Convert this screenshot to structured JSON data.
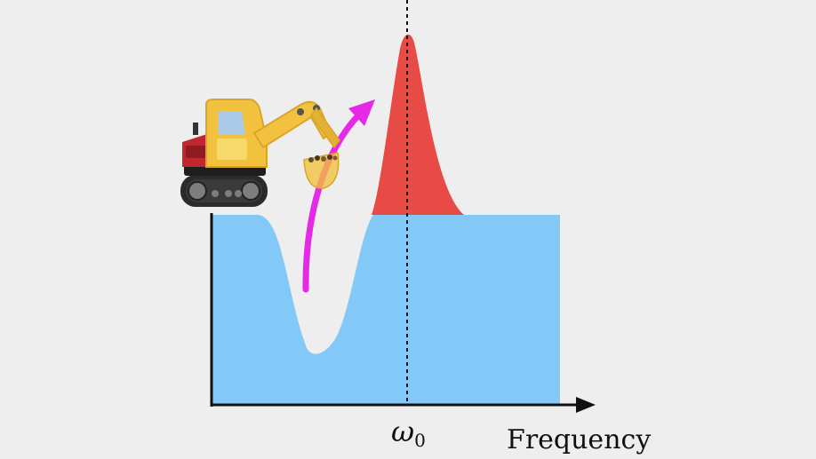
{
  "diagram": {
    "x_axis_label": "Frequency",
    "tick_label": "ω",
    "tick_subscript": "0",
    "colors": {
      "background": "#eeeeee",
      "baseline_fill": "#82c9f8",
      "peak_fill": "#e84b45",
      "arrow": "#e629e6",
      "axis": "#111111",
      "excavator_body": "#f2c23e",
      "excavator_cab_window": "#a9cbe8",
      "excavator_engine": "#c0282d",
      "excavator_track": "#2b2b2b"
    },
    "icons": {
      "excavator": "excavator-icon",
      "arrow": "curved-arrow-icon"
    }
  }
}
